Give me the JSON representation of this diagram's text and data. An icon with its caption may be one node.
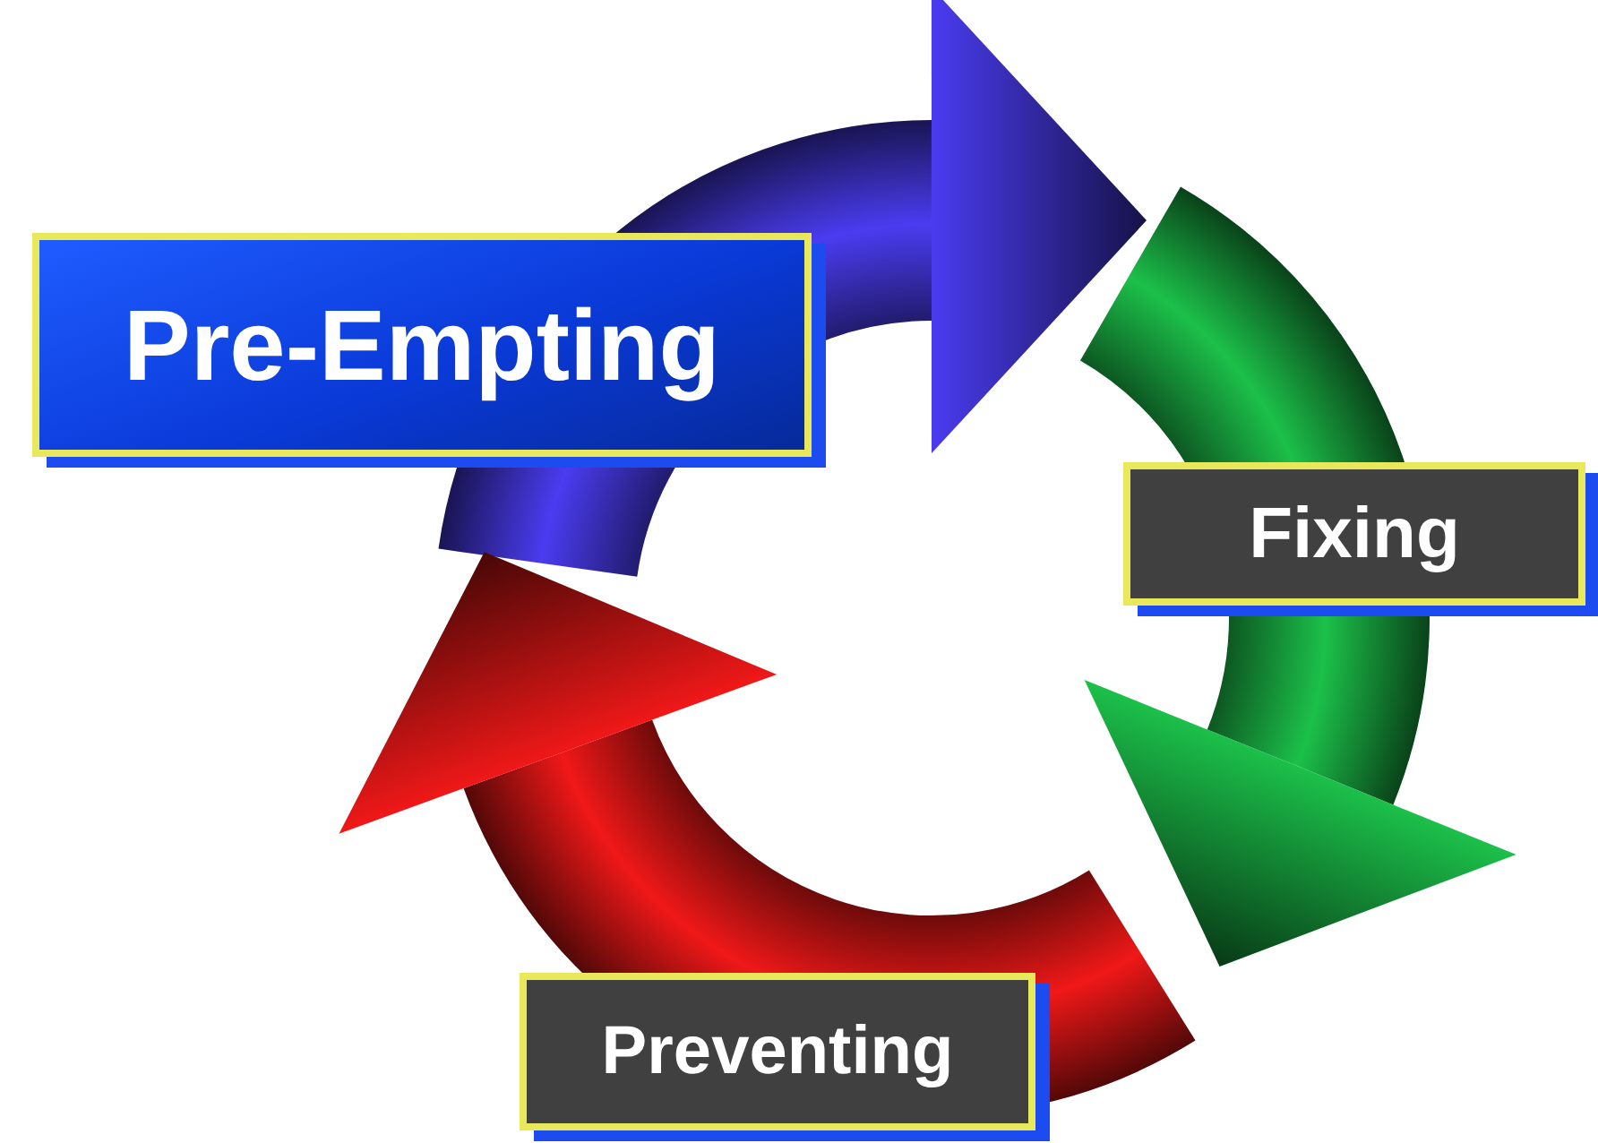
{
  "diagram": {
    "nodes": [
      {
        "text": [
          "Pre-Empting"
        ]
      },
      {
        "text": [
          "Fixing"
        ]
      },
      {
        "text": [
          "Preventing"
        ]
      }
    ]
  }
}
